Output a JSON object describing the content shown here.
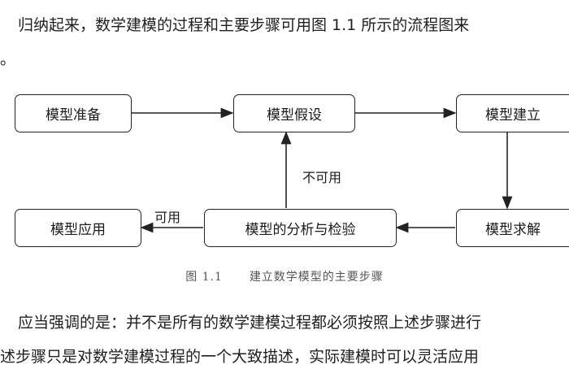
{
  "paragraph_top": {
    "line1": "归纳起来，数学建模的过程和主要步骤可用图 1.1 所示的流程图来",
    "line2": "。"
  },
  "flowchart": {
    "nodes": {
      "prepare": "模型准备",
      "assume": "模型假设",
      "build": "模型建立",
      "apply": "模型应用",
      "analyze": "模型的分析与检验",
      "solve": "模型求解"
    },
    "edge_labels": {
      "unusable": "不可用",
      "usable": "可用"
    }
  },
  "caption": {
    "label": "图 1.1",
    "title": "建立数学模型的主要步骤"
  },
  "paragraph_bottom": {
    "line1": "应当强调的是：并不是所有的数学建模过程都必须按照上述步骤进行",
    "line2": "述步骤只是对数学建模过程的一个大致描述，实际建模时可以灵活应用"
  }
}
